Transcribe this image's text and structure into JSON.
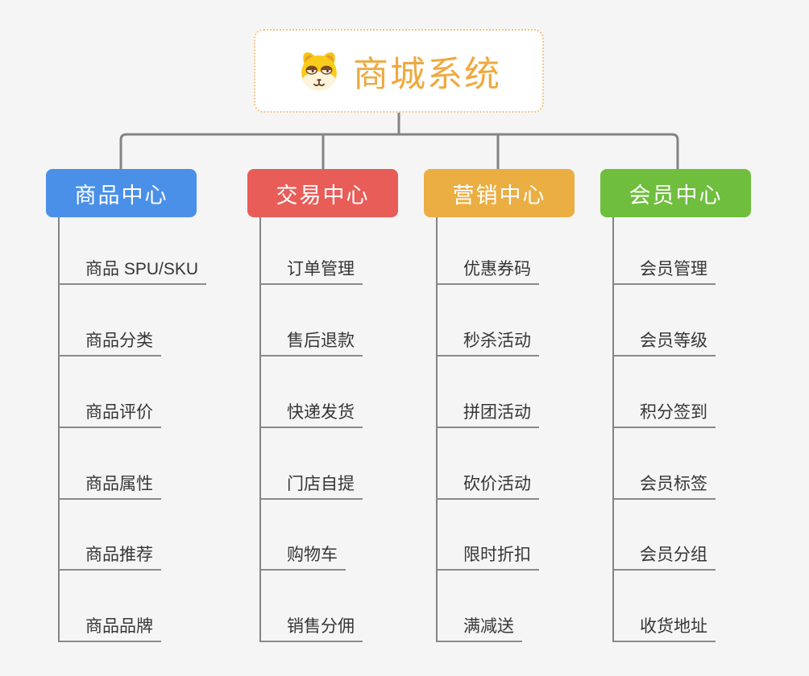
{
  "root": {
    "title": "商城系统",
    "icon": "dog-face-icon",
    "border_color": "#F0C484",
    "text_color": "#EFA93F"
  },
  "branches": [
    {
      "label": "商品中心",
      "color": "#4A90E8",
      "children": [
        "商品 SPU/SKU",
        "商品分类",
        "商品评价",
        "商品属性",
        "商品推荐",
        "商品品牌"
      ]
    },
    {
      "label": "交易中心",
      "color": "#E85D58",
      "children": [
        "订单管理",
        "售后退款",
        "快递发货",
        "门店自提",
        "购物车",
        "销售分佣"
      ]
    },
    {
      "label": "营销中心",
      "color": "#EBAE42",
      "children": [
        "优惠券码",
        "秒杀活动",
        "拼团活动",
        "砍价活动",
        "限时折扣",
        "满减送"
      ]
    },
    {
      "label": "会员中心",
      "color": "#6FBE3E",
      "children": [
        "会员管理",
        "会员等级",
        "积分签到",
        "会员标签",
        "会员分组",
        "收货地址"
      ]
    }
  ],
  "style": {
    "background": "#F5F5F5",
    "connector_color": "#848484",
    "leaf_text_color": "#363636",
    "leaf_underline_color": "#8A8A8A"
  }
}
